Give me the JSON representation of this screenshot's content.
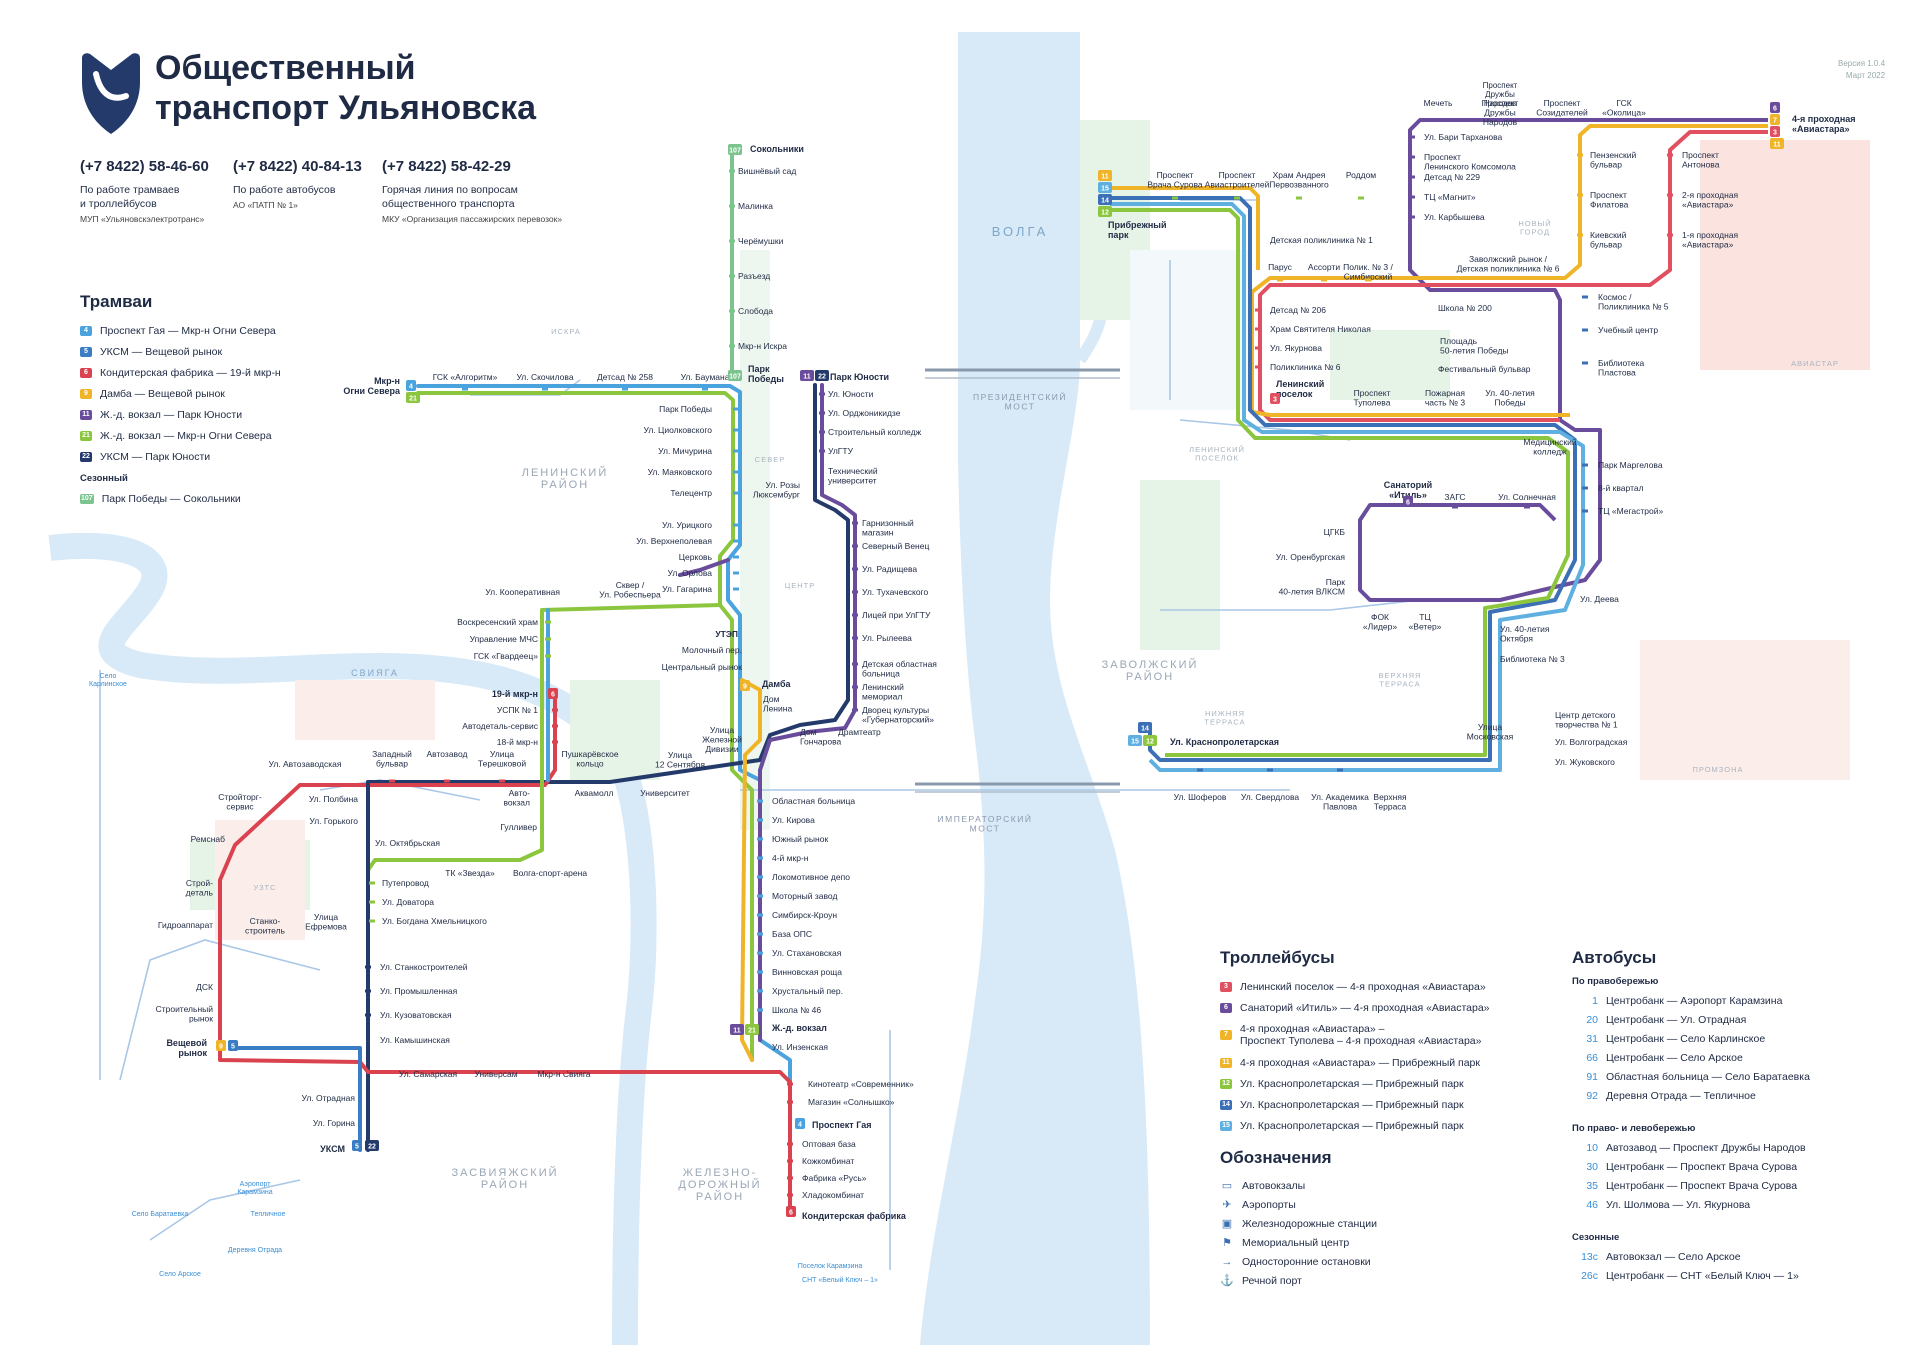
{
  "header": {
    "title": "Общественный\nтранспорт Ульяновска",
    "version": "Версия 1.0.4",
    "date": "Март 2022"
  },
  "contacts": [
    {
      "phone": "(+7 8422) 58-46-60",
      "desc": "По работе трамваев\nи троллейбусов",
      "org": "МУП «Ульяновскэлектротранс»"
    },
    {
      "phone": "(+7 8422) 40-84-13",
      "desc": "По работе автобусов",
      "org": "АО «ПАТП № 1»"
    },
    {
      "phone": "(+7 8422) 58-42-29",
      "desc": "Горячая линия по вопросам\nобщественного транспорта",
      "org": "МКУ «Организация пассажирских перевозок»"
    }
  ],
  "colors": {
    "t4": "#4aa3df",
    "t5": "#3b7dc4",
    "t6": "#d9424e",
    "t9": "#f0b429",
    "t11": "#6a4c9c",
    "t21": "#8cc63f",
    "t22": "#233a6b",
    "t107": "#7cc48d",
    "tb3": "#e05060",
    "tb6": "#6a4c9c",
    "tb7": "#f0b429",
    "tb11": "#f0b429",
    "tb12": "#8cc63f",
    "tb14": "#3b6fb6",
    "tb15": "#5fb0e0",
    "river": "#d8eaf8",
    "park": "#e6f4e8",
    "zone": "#fbe3e0",
    "bus": "#3a8fd6",
    "text": "#1f2a44"
  },
  "trams": {
    "heading": "Трамваи",
    "routes": [
      {
        "num": "4",
        "color": "#4aa3df",
        "label": "Проспект Гая — Мкр-н Огни Севера"
      },
      {
        "num": "5",
        "color": "#3b7dc4",
        "label": "УКСМ — Вещевой рынок"
      },
      {
        "num": "6",
        "color": "#d9424e",
        "label": "Кондитерская фабрика — 19-й мкр-н"
      },
      {
        "num": "9",
        "color": "#f0b429",
        "label": "Дамба — Вещевой рынок"
      },
      {
        "num": "11",
        "color": "#6a4c9c",
        "label": "Ж.-д. вокзал — Парк Юности"
      },
      {
        "num": "21",
        "color": "#8cc63f",
        "label": "Ж.-д. вокзал — Мкр-н Огни Севера"
      },
      {
        "num": "22",
        "color": "#233a6b",
        "label": "УКСМ — Парк Юности"
      }
    ],
    "seasonal_heading": "Сезонный",
    "seasonal": [
      {
        "num": "107",
        "color": "#7cc48d",
        "label": "Парк Победы — Сокольники"
      }
    ]
  },
  "trolleybuses": {
    "heading": "Троллейбусы",
    "routes": [
      {
        "num": "3",
        "color": "#e05060",
        "label": "Ленинский поселок — 4-я проходная «Авиастара»"
      },
      {
        "num": "6",
        "color": "#6a4c9c",
        "label": "Санаторий «Итиль» — 4-я проходная «Авиастара»"
      },
      {
        "num": "7",
        "color": "#f0b429",
        "label": "4-я проходная «Авиастара» –\nПроспект Туполева – 4-я проходная «Авиастара»"
      },
      {
        "num": "11",
        "color": "#f0b429",
        "label": "4-я проходная «Авиастара» — Прибрежный парк"
      },
      {
        "num": "12",
        "color": "#8cc63f",
        "label": "Ул. Краснопролетарская — Прибрежный парк"
      },
      {
        "num": "14",
        "color": "#3b6fb6",
        "label": "Ул. Краснопролетарская — Прибрежный парк"
      },
      {
        "num": "15",
        "color": "#5fb0e0",
        "label": "Ул. Краснопролетарская — Прибрежный парк"
      }
    ]
  },
  "buses": {
    "heading": "Автобусы",
    "groups": [
      {
        "title": "По правобережью",
        "routes": [
          {
            "num": "1",
            "label": "Центробанк — Аэропорт Карамзина"
          },
          {
            "num": "20",
            "label": "Центробанк — Ул. Отрадная"
          },
          {
            "num": "31",
            "label": "Центробанк — Село Карлинское"
          },
          {
            "num": "66",
            "label": "Центробанк — Село Арское"
          },
          {
            "num": "91",
            "label": "Областная больница — Село Баратаевка"
          },
          {
            "num": "92",
            "label": "Деревня Отрада — Тепличное"
          }
        ]
      },
      {
        "title": "По право- и левобережью",
        "routes": [
          {
            "num": "10",
            "label": "Автозавод — Проспект Дружбы Народов"
          },
          {
            "num": "30",
            "label": "Центробанк — Проспект Врача Сурова"
          },
          {
            "num": "35",
            "label": "Центробанк — Проспект Врача Сурова"
          },
          {
            "num": "46",
            "label": "Ул. Шолмова — Ул. Якурнова"
          }
        ]
      },
      {
        "title": "Сезонные",
        "routes": [
          {
            "num": "13с",
            "label": "Автовокзал — Село Арское"
          },
          {
            "num": "26с",
            "label": "Центробанк — СНТ «Белый Ключ — 1»"
          }
        ]
      }
    ]
  },
  "notations": {
    "heading": "Обозначения",
    "items": [
      {
        "icon": "bus-station-icon",
        "glyph": "▭",
        "label": "Автовокзалы"
      },
      {
        "icon": "airport-icon",
        "glyph": "✈",
        "label": "Аэропорты"
      },
      {
        "icon": "railway-station-icon",
        "glyph": "▣",
        "label": "Железнодорожные станции"
      },
      {
        "icon": "memorial-icon",
        "glyph": "⚑",
        "label": "Мемориальный центр"
      },
      {
        "icon": "one-way-stop-icon",
        "glyph": "→",
        "label": "Односторонние остановки"
      },
      {
        "icon": "river-port-icon",
        "glyph": "⚓",
        "label": "Речной порт"
      }
    ]
  },
  "map": {
    "river": "ВОЛГА",
    "sviyaga": "СВИЯГА",
    "bridges": [
      "ПРЕЗИДЕНТСКИЙ\nМОСТ",
      "ИМПЕРАТОРСКИЙ\nМОСТ"
    ],
    "districts": [
      "ЛЕНИНСКИЙ\nРАЙОН",
      "ЗАСВИЯЖСКИЙ\nРАЙОН",
      "ЖЕЛЕЗНО-\nДОРОЖНЫЙ\nРАЙОН",
      "ЗАВОЛЖСКИЙ\nРАЙОН"
    ],
    "neighborhoods": [
      "ИСКРА",
      "СЕВЕР",
      "ЦЕНТР",
      "УЗТС",
      "НОВЫЙ\nГОРОД",
      "ЛЕНИНСКИЙ\nПОСЕЛОК",
      "ВЕРХНЯЯ\nТЕРРАСА",
      "НИЖНЯЯ\nТЕРРАСА",
      "ПРОМЗОНА",
      "АВИАСТАР"
    ],
    "stations": {
      "tram_west": [
        "Мкр-н\nОгни Севера",
        "ГСК «Алгоритм»",
        "Ул. Скочилова",
        "Детсад № 258",
        "Ул. Баумана",
        "Парк\nПобеды",
        "Сокольники",
        "Вишнёвый сад",
        "Малинка",
        "Черёмушки",
        "Разъезд",
        "Слобода",
        "Мкр-н Искра",
        "Парк Победы",
        "Ул. Циолковского",
        "Ул. Мичурина",
        "Ул. Маяковского",
        "Телецентр",
        "Ул. Урицкого",
        "Ул. Верхнеполевая",
        "Церковь",
        "Ул. Орлова",
        "Ул. Гагарина",
        "Ул. Кооперативная",
        "Сквер /\nУл. Робеспьера",
        "Воскресенский храм",
        "Управление МЧС",
        "ГСК «Гвардеец»",
        "19-й мкр-н",
        "УСПК № 1",
        "Автодеталь-сервис",
        "18-й мкр-н",
        "Пушкарёвское\nкольцо",
        "Ул. Автозаводская",
        "Западный\nбульвар",
        "Автозавод",
        "Улица\nТерешковой",
        "Стройторг-\nсервис",
        "Ул. Полбина",
        "Ул. Горького",
        "Ремснаб",
        "Строй-\nдеталь",
        "Гидроаппарат",
        "Станко-\nстроитель",
        "Улица\nЕфремова",
        "ДСК",
        "Строительный\nрынок",
        "Вещевой\nрынок",
        "Авто-\nвокзал",
        "Гулливер",
        "Ул. Октябрьская",
        "ТК «Звезда»",
        "Волга-спорт-арена",
        "Путепровод",
        "Ул. Доватора",
        "Ул. Богдана Хмельницкого",
        "Ул. Станкостроителей",
        "Ул. Промышленная",
        "Ул. Кузоватовская",
        "Ул. Камышинская",
        "Ул. Самарская",
        "Универсам",
        "Мкр-н Свияга",
        "Ул. Отрадная",
        "Ул. Горина",
        "УКСМ",
        "Аквамолл",
        "Университет",
        "Улица\n12 Сентября",
        "Улица\nЖелезной\nДивизии",
        "УТЭП",
        "Молочный пер.",
        "Центральный рынок",
        "Дамба",
        "Дом\nЛенина",
        "Дом\nГончарова",
        "Драмтеатр",
        "Ул. Розы\nЛюксембург"
      ],
      "tram_center": [
        "Парк Юности",
        "Ул. Юности",
        "Ул. Орджоникидзе",
        "Строительный колледж",
        "УлГТУ",
        "Технический\nуниверситет",
        "Гарнизонный\nмагазин",
        "Северный Венец",
        "Ул. Радищева",
        "Ул. Тухачевского",
        "Лицей при УлГТУ",
        "Ул. Рылеева",
        "Детская областная\nбольница",
        "Ленинский\nмемориал",
        "Дворец культуры\n«Губернаторский»",
        "Областная больница",
        "Ул. Кирова",
        "Южный рынок",
        "4-й мкр-н",
        "Локомотивное депо",
        "Моторный завод",
        "Симбирск-Кроун",
        "База ОПС",
        "Ул. Стахановская",
        "Винновская роща",
        "Хрустальный пер.",
        "Школа № 46",
        "Ж.-д. вокзал",
        "Ул. Инзенская",
        "Кинотеатр «Современник»",
        "Магазин «Солнышко»",
        "Проспект Гая",
        "Оптовая база",
        "Кожкомбинат",
        "Фабрика «Русь»",
        "Хладокомбинат",
        "Кондитерская фабрика"
      ],
      "trolley_east": [
        "Мечеть",
        "Проспект\nДружбы\nНародов",
        "Проспект\nСозидателей",
        "ГСК\n«Околица»",
        "4-я проходная\n«Авиастара»",
        "Ул. Бари Тарханова",
        "Проспект\nЛенинского Комсомола",
        "Детсад № 229",
        "ТЦ «Магнит»",
        "Ул. Карбышева",
        "Заволжский рынок /\nДетская поликлиника № 6",
        "Пензенский\nбульвар",
        "Проспект\nФилатова",
        "Киевский\nбульвар",
        "Проспект\nАнтонова",
        "2-я проходная\n«Авиастара»",
        "1-я проходная\n«Авиастара»",
        "Проспект\nВрача Сурова",
        "Проспект\nАвиастроителей",
        "Храм Андрея\nПервозванного",
        "Роддом",
        "Прибрежный\nпарк",
        "Детская поликлиника № 1",
        "Парус",
        "Ассорти",
        "Полик. № 3 /\nСимбирский",
        "Детсад № 206",
        "Храм Святителя Николая",
        "Ул. Якурнова",
        "Поликлиника № 6",
        "Ленинский\nпоселок",
        "Проспект\nТуполева",
        "Школа № 200",
        "Площадь\n50-летия Победы",
        "Фестивальный бульвар",
        "Пожарная\nчасть № 3",
        "Ул. 40-летия\nПобеды",
        "Космос /\nПоликлиника № 5",
        "Учебный центр",
        "Библиотека\nПластова",
        "Медицинский\nколледж",
        "Парк Маргелова",
        "8-й квартал",
        "ТЦ «Мегастрой»",
        "Санаторий\n«Итиль»",
        "ЗАГС",
        "Ул. Солнечная",
        "ЦГКБ",
        "Ул. Оренбургская",
        "Парк\n40-летия ВЛКСМ",
        "ФОК\n«Лидер»",
        "ТЦ\n«Ветер»",
        "Ул. Деева",
        "Ул. 40-летия\nОктября",
        "Библиотека № 3",
        "Центр детского\nтворчества № 1",
        "Ул. Волгоградская",
        "Ул. Жуковского",
        "Улица\nМосковская",
        "Ул. Краснопролетарская",
        "Ул. Шоферов",
        "Ул. Свердлова",
        "Ул. Академика\nПавлова",
        "Верхняя\nТерраса"
      ],
      "bus_points": [
        "Село\nКарлинское",
        "Аэропорт\nКарамзина",
        "Село Баратаевка",
        "Тепличное",
        "Деревня Отрада",
        "Село Арское",
        "Поселок Карамзина",
        "СНТ «Белый Ключ – 1»"
      ]
    }
  }
}
